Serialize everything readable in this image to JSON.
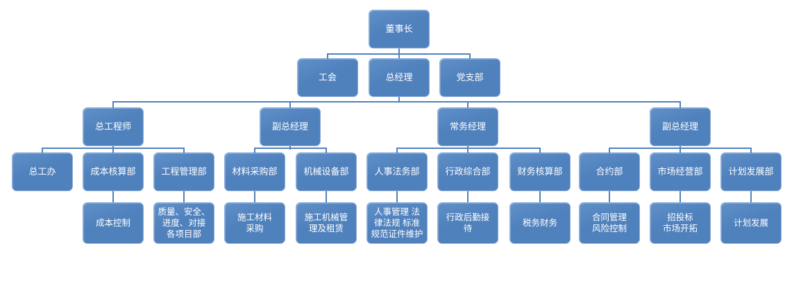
{
  "diagram": {
    "type": "organization-chart",
    "accent_color": "#4f81bd",
    "text_color": "#ffffff",
    "background_color": "#ffffff",
    "nodes": [
      {
        "label": "董事长",
        "parent": null,
        "level": 1
      },
      {
        "label": "工会",
        "parent": 0,
        "level": 2
      },
      {
        "label": "总经理",
        "parent": 0,
        "level": 2
      },
      {
        "label": "党支部",
        "parent": 0,
        "level": 2
      },
      {
        "label": "总工程师",
        "parent": 2,
        "level": 3
      },
      {
        "label": "副总经理",
        "parent": 2,
        "level": 3
      },
      {
        "label": "常务经理",
        "parent": 2,
        "level": 3
      },
      {
        "label": "副总经理",
        "parent": 2,
        "level": 3
      },
      {
        "label": "总工办",
        "parent": 4,
        "level": 4
      },
      {
        "label": "成本核算部",
        "parent": 4,
        "level": 4
      },
      {
        "label": "工程管理部",
        "parent": 4,
        "level": 4
      },
      {
        "label": "材料采购部",
        "parent": 5,
        "level": 4
      },
      {
        "label": "机械设备部",
        "parent": 5,
        "level": 4
      },
      {
        "label": "人事法务部",
        "parent": 6,
        "level": 4
      },
      {
        "label": "行政综合部",
        "parent": 6,
        "level": 4
      },
      {
        "label": "财务核算部",
        "parent": 6,
        "level": 4
      },
      {
        "label": "合约部",
        "parent": 7,
        "level": 4
      },
      {
        "label": "市场经营部",
        "parent": 7,
        "level": 4
      },
      {
        "label": "计划发展部",
        "parent": 7,
        "level": 4
      },
      {
        "label": "成本控制",
        "parent": 9,
        "level": 5
      },
      {
        "label": "质量、安全、\n进度、对接\n各项目部",
        "parent": 10,
        "level": 5
      },
      {
        "label": "施工材料\n采购",
        "parent": 11,
        "level": 5
      },
      {
        "label": "施工机械管\n理及租赁",
        "parent": 12,
        "level": 5
      },
      {
        "label": "人事管理 法\n律法规 标准\n规范证件维护",
        "parent": 13,
        "level": 5
      },
      {
        "label": "行政后勤接\n待",
        "parent": 14,
        "level": 5
      },
      {
        "label": "税务财务",
        "parent": 15,
        "level": 5
      },
      {
        "label": "合同管理\n风险控制",
        "parent": 16,
        "level": 5
      },
      {
        "label": "招投标\n市场开拓",
        "parent": 17,
        "level": 5
      },
      {
        "label": "计划发展",
        "parent": 18,
        "level": 5
      }
    ]
  }
}
